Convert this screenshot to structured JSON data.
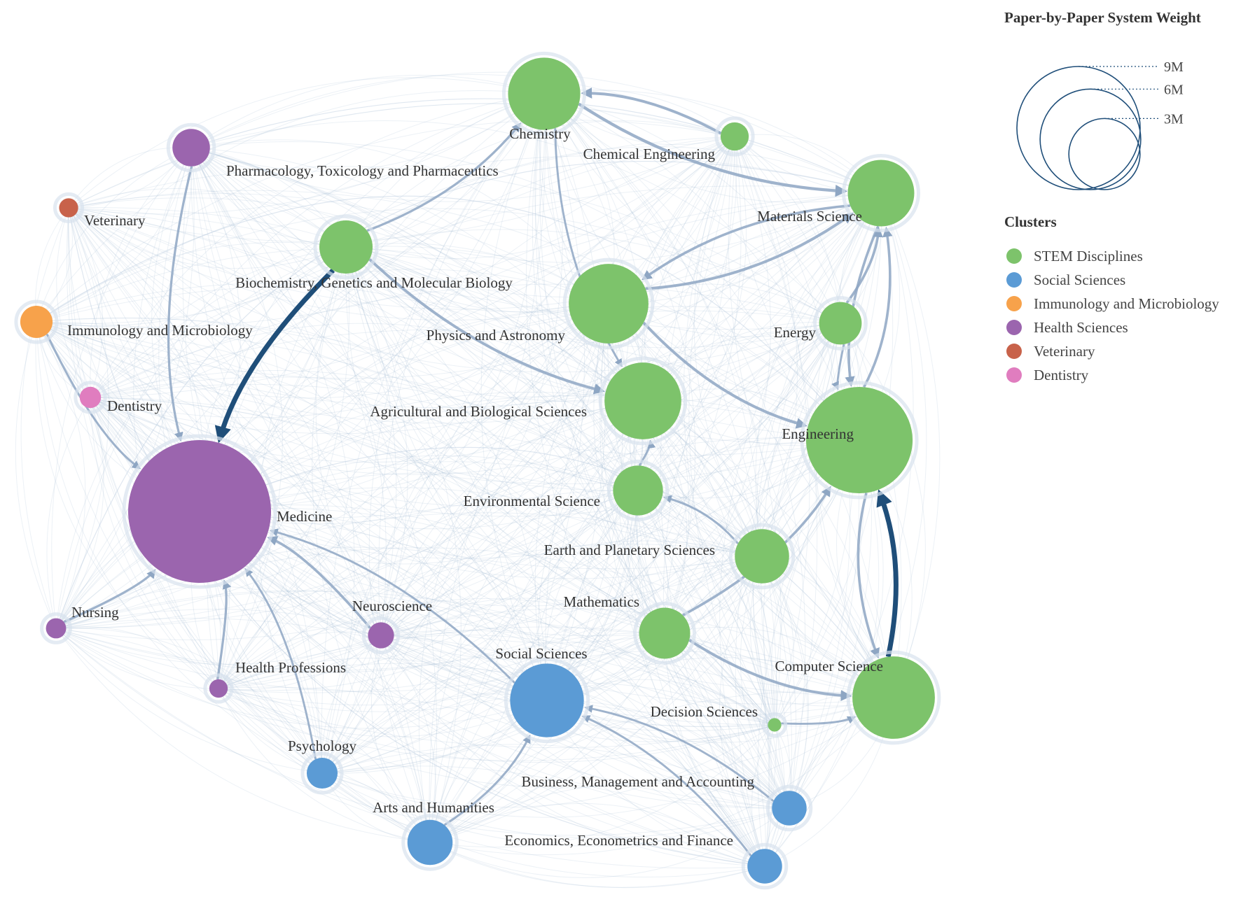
{
  "legend": {
    "size_title": "Paper-by-Paper System Weight",
    "size_entries": [
      {
        "label": "9M",
        "value": 9000000
      },
      {
        "label": "6M",
        "value": 6000000
      },
      {
        "label": "3M",
        "value": 3000000
      }
    ],
    "clusters_title": "Clusters",
    "clusters": [
      {
        "id": "stem",
        "label": "STEM Disciplines",
        "color": "#7dc36b"
      },
      {
        "id": "social",
        "label": "Social Sciences",
        "color": "#5b9bd5"
      },
      {
        "id": "immuno",
        "label": "Immunology and Microbiology",
        "color": "#f7a24b"
      },
      {
        "id": "health",
        "label": "Health Sciences",
        "color": "#9b65ae"
      },
      {
        "id": "vet",
        "label": "Veterinary",
        "color": "#c8624a"
      },
      {
        "id": "dent",
        "label": "Dentistry",
        "color": "#e07dbf"
      }
    ]
  },
  "chart_data": {
    "type": "network",
    "nodes": [
      {
        "id": "medicine",
        "label": "Medicine",
        "cluster": "health",
        "weight": 9000000
      },
      {
        "id": "engineering",
        "label": "Engineering",
        "cluster": "stem",
        "weight": 5000000
      },
      {
        "id": "computer_science",
        "label": "Computer Science",
        "cluster": "stem",
        "weight": 3000000
      },
      {
        "id": "chemistry",
        "label": "Chemistry",
        "cluster": "stem",
        "weight": 2300000
      },
      {
        "id": "materials_science",
        "label": "Materials Science",
        "cluster": "stem",
        "weight": 1950000
      },
      {
        "id": "physics_astronomy",
        "label": "Physics and Astronomy",
        "cluster": "stem",
        "weight": 2800000
      },
      {
        "id": "agricultural_bio",
        "label": "Agricultural and Biological Sciences",
        "cluster": "stem",
        "weight": 2600000
      },
      {
        "id": "biochemistry",
        "label": "Biochemistry, Genetics and Molecular Biology",
        "cluster": "stem",
        "weight": 1250000
      },
      {
        "id": "environmental",
        "label": "Environmental Science",
        "cluster": "stem",
        "weight": 1100000
      },
      {
        "id": "earth_planetary",
        "label": "Earth and Planetary Sciences",
        "cluster": "stem",
        "weight": 1300000
      },
      {
        "id": "mathematics",
        "label": "Mathematics",
        "cluster": "stem",
        "weight": 1150000
      },
      {
        "id": "energy",
        "label": "Energy",
        "cluster": "stem",
        "weight": 800000
      },
      {
        "id": "chemical_eng",
        "label": "Chemical Engineering",
        "cluster": "stem",
        "weight": 350000
      },
      {
        "id": "decision_sciences",
        "label": "Decision Sciences",
        "cluster": "stem",
        "weight": 80000
      },
      {
        "id": "social_sciences",
        "label": "Social Sciences",
        "cluster": "social",
        "weight": 2400000
      },
      {
        "id": "arts_humanities",
        "label": "Arts and Humanities",
        "cluster": "social",
        "weight": 900000
      },
      {
        "id": "psychology",
        "label": "Psychology",
        "cluster": "social",
        "weight": 420000
      },
      {
        "id": "business",
        "label": "Business, Management and Accounting",
        "cluster": "social",
        "weight": 530000
      },
      {
        "id": "economics",
        "label": "Economics, Econometrics and Finance",
        "cluster": "social",
        "weight": 530000
      },
      {
        "id": "pharmacology",
        "label": "Pharmacology, Toxicology and Pharmaceutics",
        "cluster": "health",
        "weight": 620000
      },
      {
        "id": "neuroscience",
        "label": "Neuroscience",
        "cluster": "health",
        "weight": 300000
      },
      {
        "id": "nursing",
        "label": "Nursing",
        "cluster": "health",
        "weight": 180000
      },
      {
        "id": "health_professions",
        "label": "Health Professions",
        "cluster": "health",
        "weight": 150000
      },
      {
        "id": "immunology",
        "label": "Immunology and Microbiology",
        "cluster": "immuno",
        "weight": 460000
      },
      {
        "id": "veterinary",
        "label": "Veterinary",
        "cluster": "vet",
        "weight": 160000
      },
      {
        "id": "dentistry",
        "label": "Dentistry",
        "cluster": "dent",
        "weight": 200000
      }
    ],
    "edges": [
      {
        "source": "biochemistry",
        "target": "medicine",
        "strength": 1.0
      },
      {
        "source": "computer_science",
        "target": "engineering",
        "strength": 0.9
      },
      {
        "source": "chemistry",
        "target": "materials_science",
        "strength": 0.4
      },
      {
        "source": "chemical_eng",
        "target": "chemistry",
        "strength": 0.35
      },
      {
        "source": "physics_astronomy",
        "target": "materials_science",
        "strength": 0.35
      },
      {
        "source": "materials_science",
        "target": "physics_astronomy",
        "strength": 0.3
      },
      {
        "source": "physics_astronomy",
        "target": "engineering",
        "strength": 0.35
      },
      {
        "source": "energy",
        "target": "materials_science",
        "strength": 0.3
      },
      {
        "source": "engineering",
        "target": "materials_science",
        "strength": 0.3
      },
      {
        "source": "materials_science",
        "target": "engineering",
        "strength": 0.3
      },
      {
        "source": "engineering",
        "target": "computer_science",
        "strength": 0.3
      },
      {
        "source": "mathematics",
        "target": "computer_science",
        "strength": 0.35
      },
      {
        "source": "mathematics",
        "target": "engineering",
        "strength": 0.3
      },
      {
        "source": "biochemistry",
        "target": "agricultural_bio",
        "strength": 0.35
      },
      {
        "source": "biochemistry",
        "target": "chemistry",
        "strength": 0.25
      },
      {
        "source": "neuroscience",
        "target": "medicine",
        "strength": 0.3
      },
      {
        "source": "nursing",
        "target": "medicine",
        "strength": 0.25
      },
      {
        "source": "health_professions",
        "target": "medicine",
        "strength": 0.25
      },
      {
        "source": "pharmacology",
        "target": "medicine",
        "strength": 0.25
      },
      {
        "source": "immunology",
        "target": "medicine",
        "strength": 0.22
      },
      {
        "source": "psychology",
        "target": "medicine",
        "strength": 0.2
      },
      {
        "source": "social_sciences",
        "target": "medicine",
        "strength": 0.2
      },
      {
        "source": "arts_humanities",
        "target": "social_sciences",
        "strength": 0.22
      },
      {
        "source": "environmental",
        "target": "agricultural_bio",
        "strength": 0.22
      },
      {
        "source": "earth_planetary",
        "target": "environmental",
        "strength": 0.2
      },
      {
        "source": "business",
        "target": "social_sciences",
        "strength": 0.2
      },
      {
        "source": "economics",
        "target": "social_sciences",
        "strength": 0.2
      },
      {
        "source": "decision_sciences",
        "target": "computer_science",
        "strength": 0.2
      },
      {
        "source": "chemistry",
        "target": "agricultural_bio",
        "strength": 0.2
      },
      {
        "source": "energy",
        "target": "engineering",
        "strength": 0.2
      }
    ]
  }
}
